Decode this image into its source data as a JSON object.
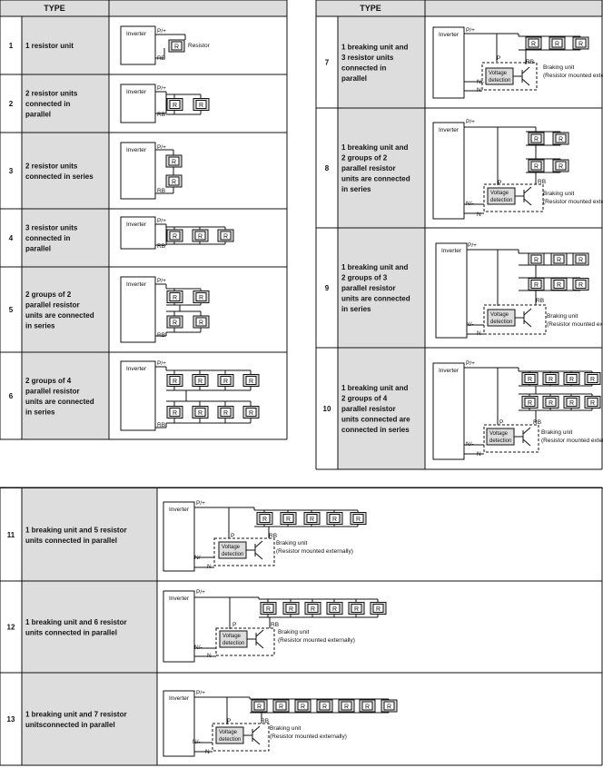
{
  "header_type": "TYPE",
  "labels": {
    "inverter": "Inverter",
    "resistor": "R",
    "resistor_callout": "Resistor",
    "pplus": "P/+",
    "rb": "RB",
    "nminus": "N/-",
    "n": "N",
    "p": "P",
    "voltage_detection": [
      "Voltage",
      "detection"
    ],
    "braking_unit": [
      "Braking unit",
      "(Resistor mounted externally)"
    ]
  },
  "rows": [
    {
      "num": "1",
      "desc": "1 resistor unit"
    },
    {
      "num": "2",
      "desc": "2 resistor units connected in parallel"
    },
    {
      "num": "3",
      "desc": "2 resistor units connected in series"
    },
    {
      "num": "4",
      "desc": "3 resistor units connected in parallel"
    },
    {
      "num": "5",
      "desc": "2 groups of 2 parallel resistor units are connected in series"
    },
    {
      "num": "6",
      "desc": "2 groups of 4 parallel resistor units are connected in series"
    },
    {
      "num": "7",
      "desc": "1 breaking unit and 3 resistor units connected in parallel"
    },
    {
      "num": "8",
      "desc": "1 breaking unit and 2 groups of 2 parallel resistor units are connected in series"
    },
    {
      "num": "9",
      "desc": "1 breaking unit and 2 groups of 3 parallel resistor units are connected in series"
    },
    {
      "num": "10",
      "desc": "1 breaking unit and 2 groups of 4 parallel resistor units connected are connected in series"
    },
    {
      "num": "11",
      "desc": "1 breaking unit and 5 resistor units connected in parallel"
    },
    {
      "num": "12",
      "desc": "1 breaking unit and 6 resistor units connected in parallel"
    },
    {
      "num": "13",
      "desc": "1 breaking unit and 7 resistor unitsconnected in parallel"
    }
  ]
}
